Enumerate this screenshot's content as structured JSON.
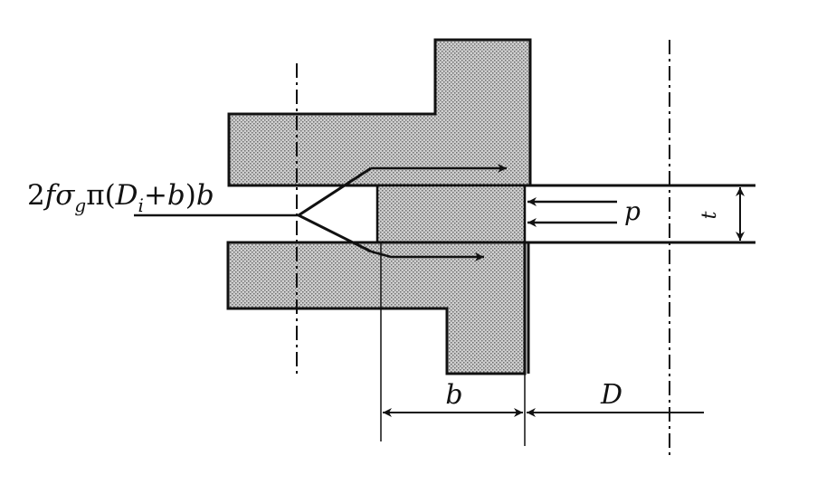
{
  "labels": {
    "force_formula": "2fσgπ(Di+b)b",
    "force_lead": "2",
    "force_f": "f",
    "force_sigma": "σ",
    "force_g": "g",
    "force_pi": "π(",
    "force_D": "D",
    "force_i": "i",
    "force_plus": "+",
    "force_b1": "b",
    "force_close": ")",
    "force_b2": "b",
    "pressure": "p",
    "thickness": "t",
    "width": "b",
    "diameter": "D"
  },
  "colors": {
    "line": "#111111",
    "hatch": "#8c8c8c",
    "background": "#ffffff"
  }
}
